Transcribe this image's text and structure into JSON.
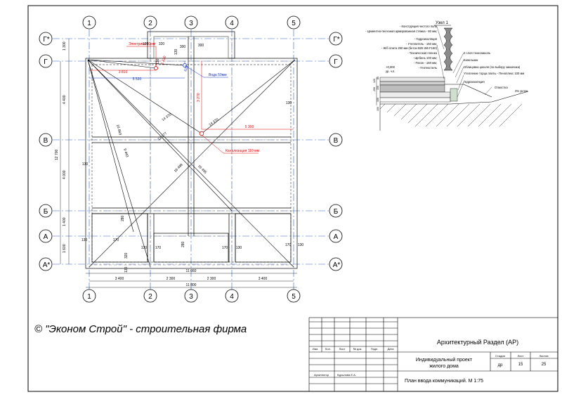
{
  "grid": {
    "vertical_axes": [
      "1",
      "2",
      "3",
      "4",
      "5"
    ],
    "horizontal_axes": [
      "Г*",
      "Г",
      "В",
      "Б",
      "А",
      "А*"
    ]
  },
  "dimensions": {
    "top_130_a": "130",
    "top_320": "320",
    "top_130_b": "130",
    "top_300_a": "300",
    "top_300_b": "300",
    "top_130_c": "130",
    "left_1300": "1 300",
    "left_4400": "4 400",
    "left_12700": "12 700",
    "left_4000": "4 000",
    "left_1400": "1 400",
    "left_1600": "1 600",
    "inner_3810": "3 810",
    "inner_5530": "5 530",
    "inner_5300": "5 300",
    "inner_130_right": "130",
    "inner_130_left": "130",
    "inner_280_a": "280",
    "inner_280_b": "280",
    "inner_3270": "3 270",
    "inner_130_bl": "130",
    "inner_170_a": "170",
    "inner_130_b2": "130",
    "inner_170_b": "170",
    "inner_170_c": "170",
    "inner_130_c": "130",
    "inner_170_d": "170",
    "inner_130_d": "130",
    "inner_320_low": "320",
    "inner_130_low": "130",
    "diag_14370_a": "14 370",
    "diag_14370_b": "14 370",
    "diag_12077": "12 077",
    "diag_16869": "16 869",
    "diag_9443": "9 443",
    "diag_16498": "16 498",
    "diag_16495": "16 495",
    "bottom_11660": "11 660",
    "bottom_3400_a": "3 400",
    "bottom_2300_a": "2 300",
    "bottom_2300_b": "2 300",
    "bottom_3400_b": "3 400",
    "bottom_11800": "11 800"
  },
  "utilities": {
    "electric": "Электрика 50мм",
    "water": "Вода 50мм",
    "sewer": "Канализация 110 мм",
    "electric_dim": "1 220",
    "water_dim": "620"
  },
  "detail": {
    "title": "Узел 1",
    "layers_left": [
      "- Конструкция чистого пола",
      "- Цементно-песчаная армированная стяжка - 80 мм;",
      "- Гидроизоляция",
      "- Утеплитель - 150 мм;",
      "- Ж/б плита 250 мм (бетон В25 W6 F150)",
      "- Техническая пленка",
      "- Щебень 100 мм;",
      "- Песок - 150 мм;",
      "- Геотекстиль"
    ],
    "layers_right": [
      "2 слоя технониколь",
      "Капельник",
      "Облицовка цоколя (по выбору заказчика)",
      "Утепление торца плиты - Пеноплекс 100 мм",
      "Отмостка",
      "Гидроизоляция"
    ],
    "level_mark": "+0,000",
    "level_note": "ур. ч.п.",
    "slope": "3% уклон",
    "dims": [
      "120",
      "250",
      "80",
      "150",
      "100",
      "150"
    ]
  },
  "copyright": "© \"Эконом Строй\" - строительная фирма",
  "title_block": {
    "section": "Архитектурный Раздел (АР)",
    "project_1": "Индивидуальный проект",
    "project_2": "жилого дома",
    "drawing": "План ввода коммуникаций. М 1:75",
    "col_heads": [
      "Изм.",
      "Кол.",
      "Лист",
      "№ док.",
      "Подп.",
      "Дата"
    ],
    "stage_head": "Стадия",
    "sheet_head": "Лист",
    "sheets_head": "Листов",
    "stage": "др",
    "sheet": "15",
    "sheets": "25",
    "role": "Архитектор",
    "person": "Курылова Е.А."
  }
}
